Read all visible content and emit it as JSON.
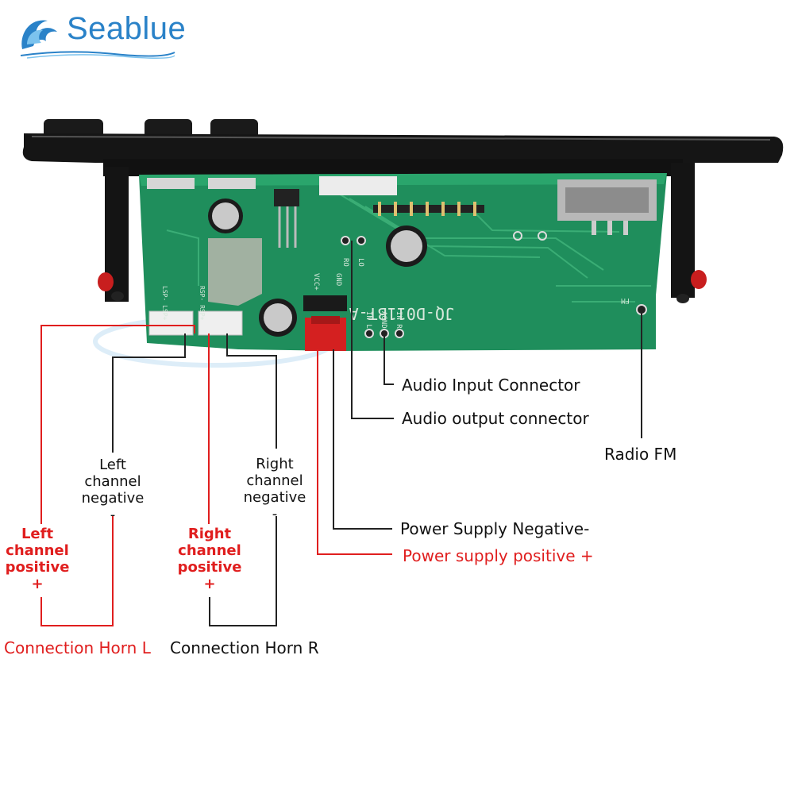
{
  "brand": {
    "name": "Seablue"
  },
  "board": {
    "model_text": "JQ-D011BT-A",
    "silk": {
      "lo": "LO",
      "ro": "RO",
      "gnd": "GND",
      "vcc": "VCC+",
      "lsp": "LSP- LSP+",
      "rsp": "RSP- RSP+",
      "in_l": "IN L",
      "agnd": "AGND",
      "in_r": "IN R",
      "fm": "FM"
    }
  },
  "labels": {
    "audio_input": "Audio Input Connector",
    "audio_output": "Audio output connector",
    "radio_fm": "Radio FM",
    "power_negative": "Power Supply Negative-",
    "power_positive": "Power supply positive +",
    "left_negative": [
      "Left",
      "channel",
      "negative",
      "-"
    ],
    "right_negative": [
      "Right",
      "channel",
      "negative",
      "-"
    ],
    "left_positive": [
      "Left",
      "channel",
      "positive",
      "+"
    ],
    "right_positive": [
      "Right",
      "channel",
      "positive",
      "+"
    ],
    "horn_l": "Connection Horn L",
    "horn_r": "Connection Horn R"
  },
  "colors": {
    "red": "#e01e1e",
    "black": "#111111",
    "pcb": "#1f8e5c",
    "brand": "#2a82c8"
  }
}
